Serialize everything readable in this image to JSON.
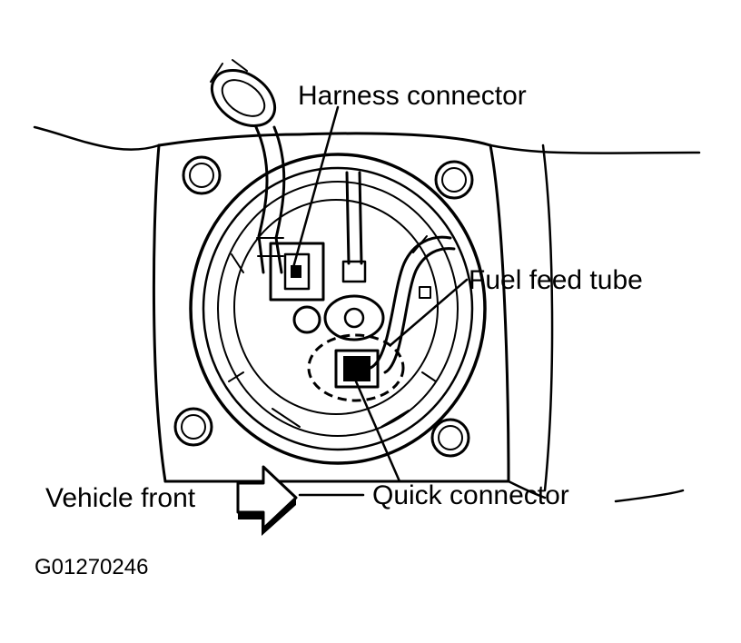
{
  "labels": {
    "harness_connector": "Harness connector",
    "fuel_feed_tube": "Fuel feed tube",
    "quick_connector": "Quick connector",
    "vehicle_front": "Vehicle front"
  },
  "figure_code": "G01270246"
}
